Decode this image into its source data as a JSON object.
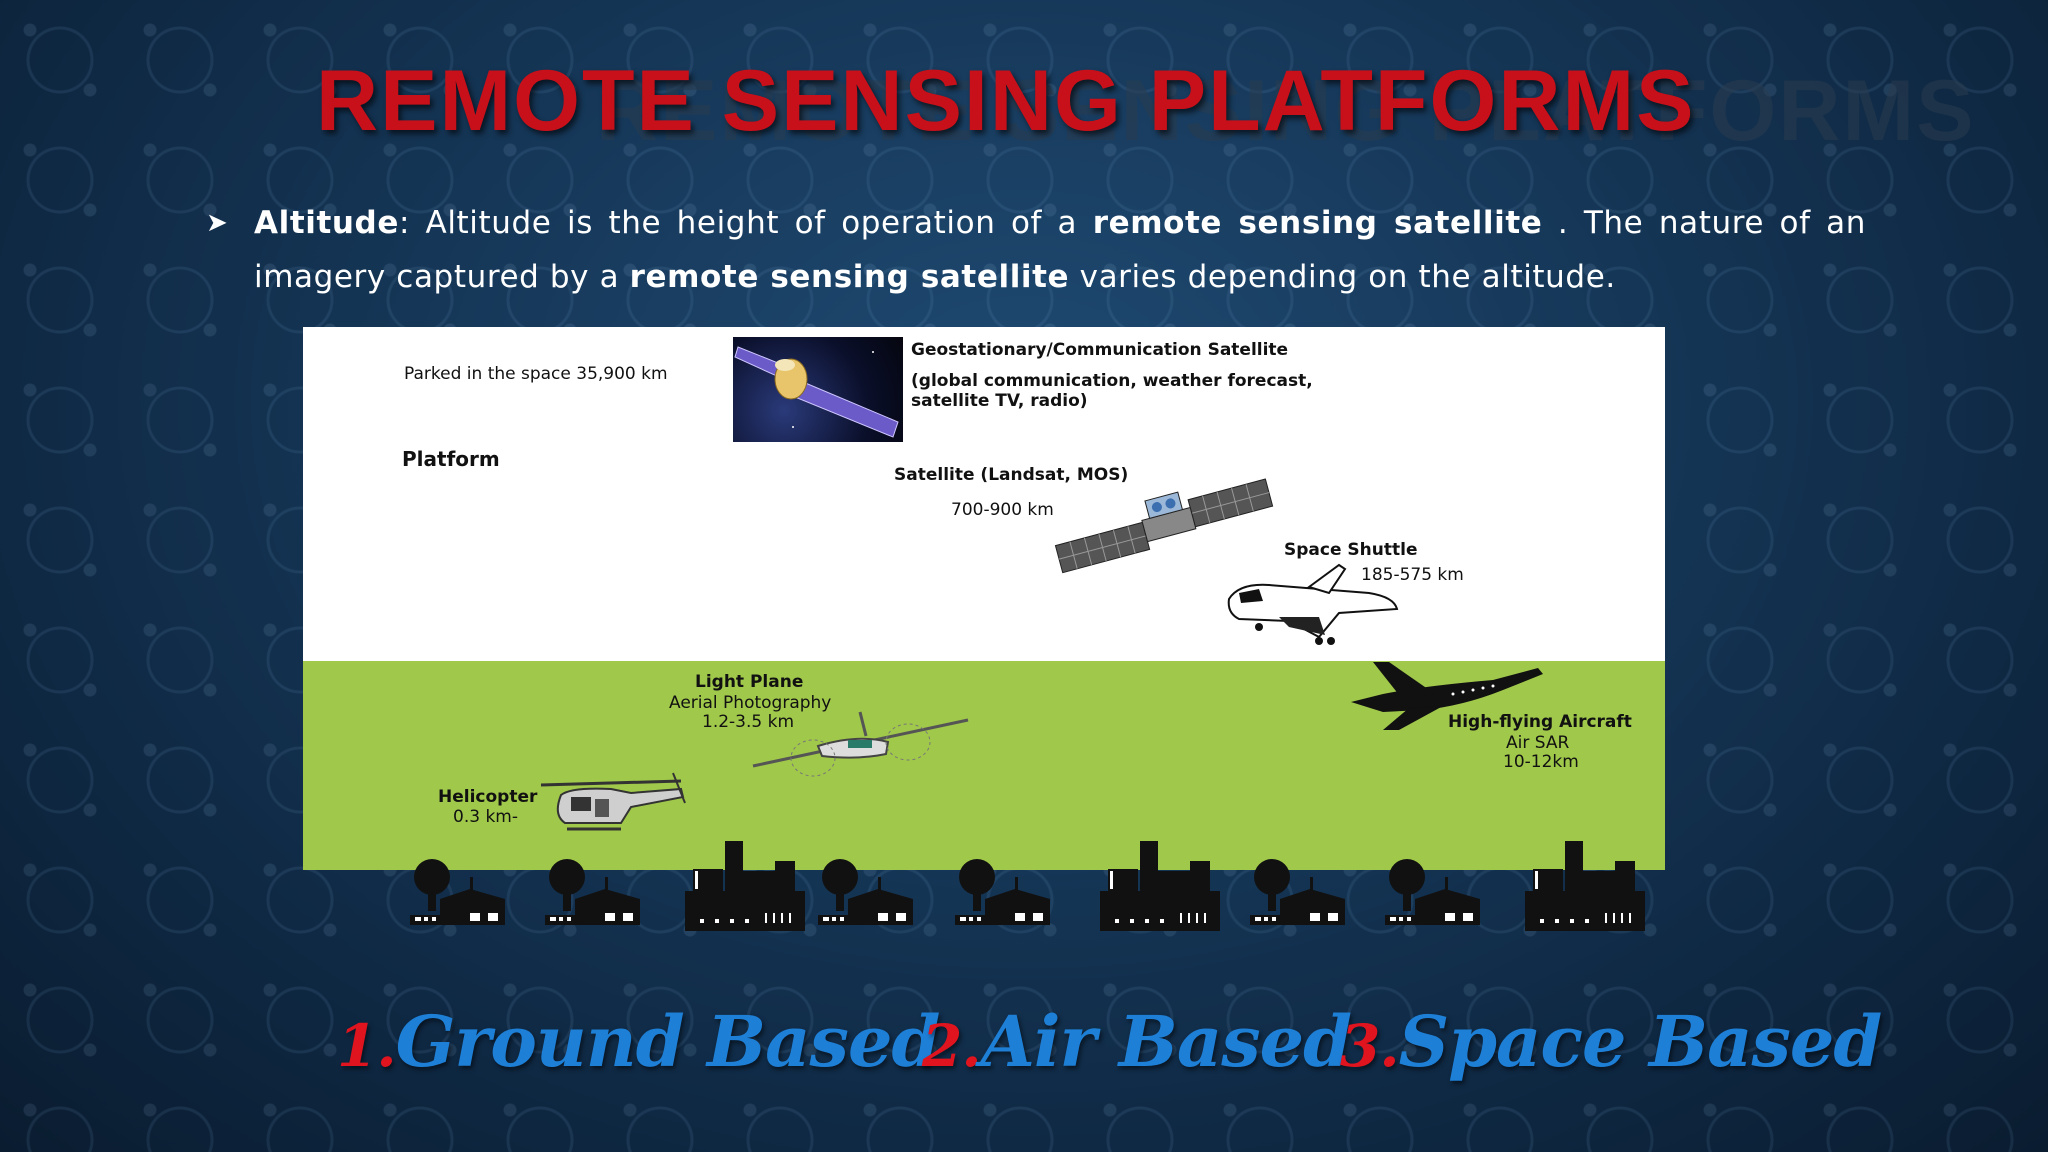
{
  "title": "REMOTE SENSING PLATFORMS",
  "bullet": {
    "term": "Altitude",
    "p1": ": Altitude is the height of operation of a ",
    "bold1": "remote sensing satellite",
    "p2": " . The nature of an imagery captured by a ",
    "bold2": "remote sensing satellite",
    "p3": " varies depending on the altitude."
  },
  "diagram": {
    "parked": "Parked in the space 35,900 km",
    "platform": "Platform",
    "geo_title": "Geostationary/Communication  Satellite",
    "geo_desc1": "(global communication, weather forecast,",
    "geo_desc2": "satellite TV, radio)",
    "sat_title": "Satellite (Landsat, MOS)",
    "sat_alt": "700-900 km",
    "shuttle_title": "Space Shuttle",
    "shuttle_alt": "185-575 km",
    "plane_title": "Light Plane",
    "plane_desc": "Aerial Photography",
    "plane_alt": "1.2-3.5 km",
    "heli_title": "Helicopter",
    "heli_alt": "0.3 km-",
    "aircraft_title": "High-flying Aircraft",
    "aircraft_desc": "Air SAR",
    "aircraft_alt": "10-12km"
  },
  "footer": [
    {
      "num": "1.",
      "label": "Ground Based"
    },
    {
      "num": "2.",
      "label": "Air Based"
    },
    {
      "num": "3.",
      "label": "Space Based"
    }
  ],
  "colors": {
    "title": "#c8101a",
    "footer_label": "#1e7fd6",
    "footer_num": "#e0141e",
    "ground": "#a0c84a"
  }
}
